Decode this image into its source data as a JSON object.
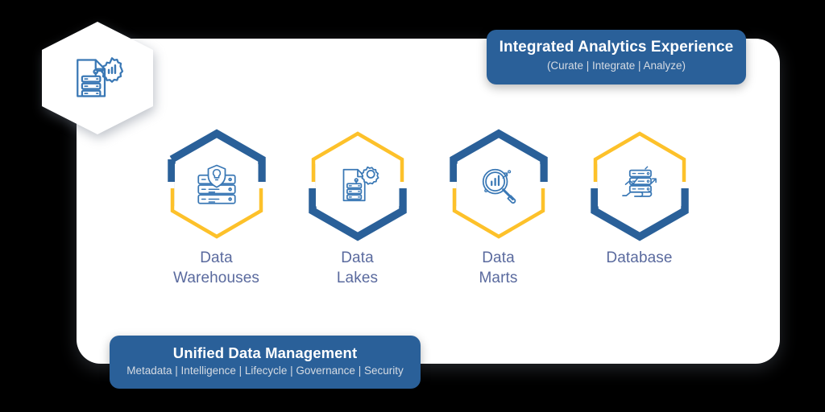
{
  "theme": {
    "page_background": "#000000",
    "card_background": "#ffffff",
    "brand_blue": "#2a6099",
    "brand_yellow": "#fdc12a",
    "label_color": "#5a6a9e",
    "banner_subtitle_color": "#d5dbe3",
    "icon_stroke": "#3a78b5"
  },
  "logo": {
    "icon": "document-analytics-icon",
    "shape": "hexagon"
  },
  "banners": {
    "top": {
      "title": "Integrated Analytics Experience",
      "subtitle": "(Curate | Integrate | Analyze)"
    },
    "bottom": {
      "title": "Unified Data Management",
      "subtitle": "Metadata | Intelligence | Lifecycle | Governance | Security"
    }
  },
  "pillars": [
    {
      "label": "Data\nWarehouses",
      "icon": "server-stack-shield-bulb-icon",
      "ring_top_color": "#2a6099",
      "ring_bottom_color": "#fdc12a"
    },
    {
      "label": "Data\nLakes",
      "icon": "document-gear-server-icon",
      "ring_top_color": "#fdc12a",
      "ring_bottom_color": "#2a6099"
    },
    {
      "label": "Data\nMarts",
      "icon": "magnifier-bar-chart-icon",
      "ring_top_color": "#2a6099",
      "ring_bottom_color": "#fdc12a"
    },
    {
      "label": "Database",
      "icon": "hand-server-stack-growth-icon",
      "ring_top_color": "#fdc12a",
      "ring_bottom_color": "#2a6099"
    }
  ]
}
